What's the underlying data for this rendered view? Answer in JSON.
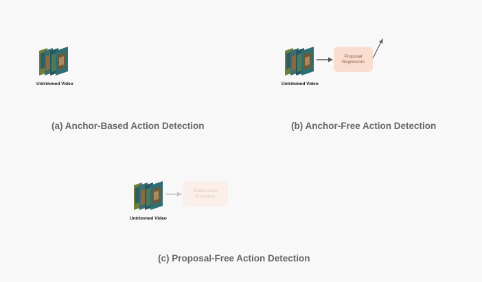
{
  "panel_a": {
    "video_label": "Untrimmed Video",
    "title": "(a) Anchor-Based Action Detection"
  },
  "panel_b": {
    "video_label": "Untrimmed Video",
    "box_line1": "Proposal",
    "box_line2": "Regression",
    "title": "(b) Anchor-Free Action Detection"
  },
  "panel_c": {
    "video_label": "Untrimmed Video",
    "box_line1": "Global Mask",
    "box_line2": "Prediction",
    "title": "(c) Proposal-Free Action Detection"
  },
  "colors": {
    "box_fill": "#f9ddcf",
    "box_fill_faded": "#fbefea",
    "arrow": "#555555",
    "arrow_faded": "#c8c8c8",
    "title": "#666666",
    "frame_teal": "#2f6f73",
    "frame_green": "#4f6a3a",
    "frame_warm": "#8a6a3e"
  }
}
